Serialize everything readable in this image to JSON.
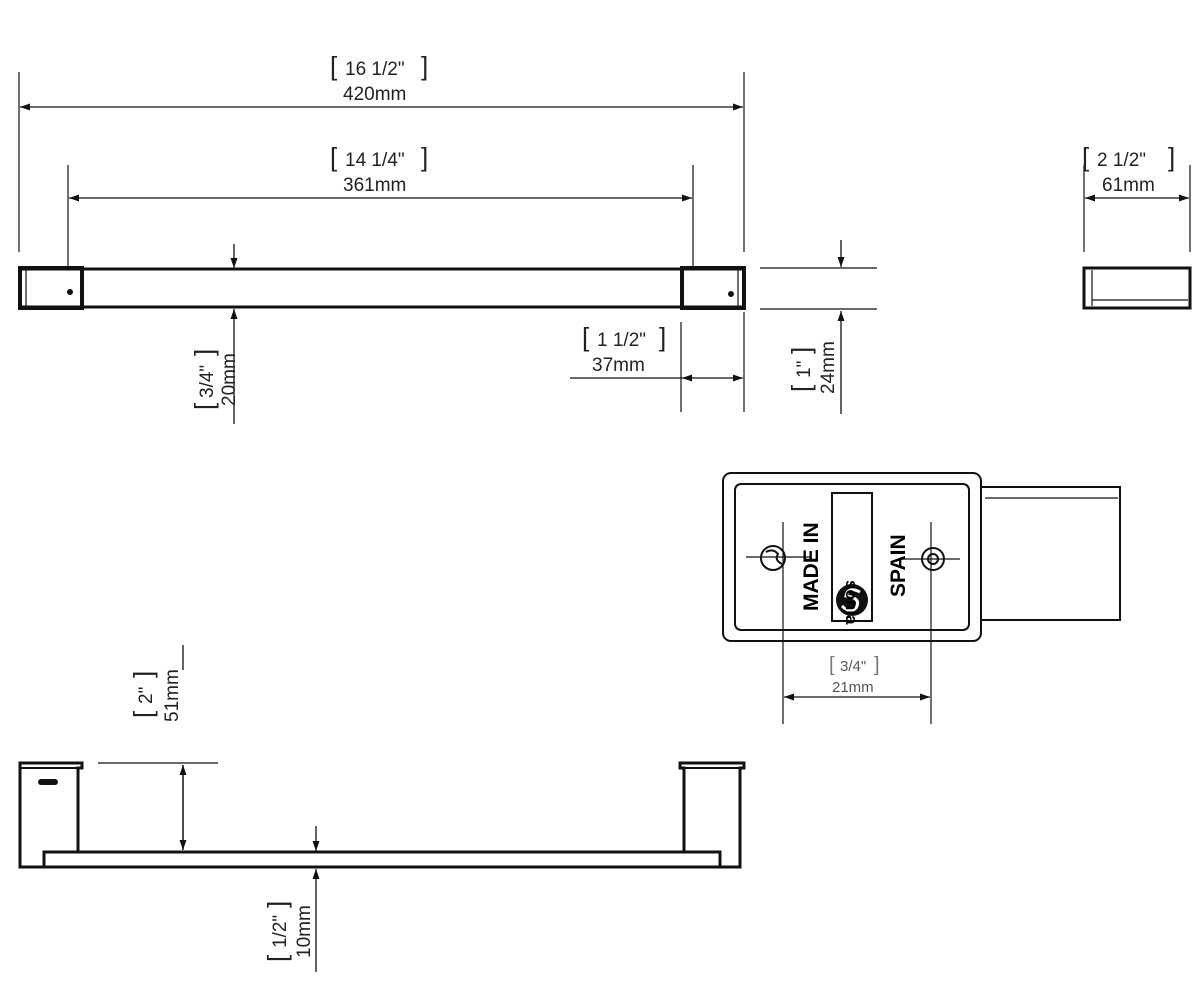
{
  "dimensions": {
    "overall_length": {
      "imperial": "16 1/2\"",
      "metric": "420mm"
    },
    "mount_spacing": {
      "imperial": "14 1/4\"",
      "metric": "361mm"
    },
    "bar_thickness": {
      "imperial": "3/4\"",
      "metric": "20mm"
    },
    "end_block_length": {
      "imperial": "1 1/2\"",
      "metric": "37mm"
    },
    "height": {
      "imperial": "1\"",
      "metric": "24mm"
    },
    "projection": {
      "imperial": "2 1/2\"",
      "metric": "61mm"
    },
    "screw_spacing": {
      "imperial": "3/4\"",
      "metric": "21mm"
    },
    "clearance": {
      "imperial": "2\"",
      "metric": "51mm"
    },
    "bar_depth": {
      "imperial": "1/2\"",
      "metric": "10mm"
    }
  },
  "plate": {
    "made_in": "MADE IN",
    "country": "SPAIN",
    "brand": "sonia"
  }
}
